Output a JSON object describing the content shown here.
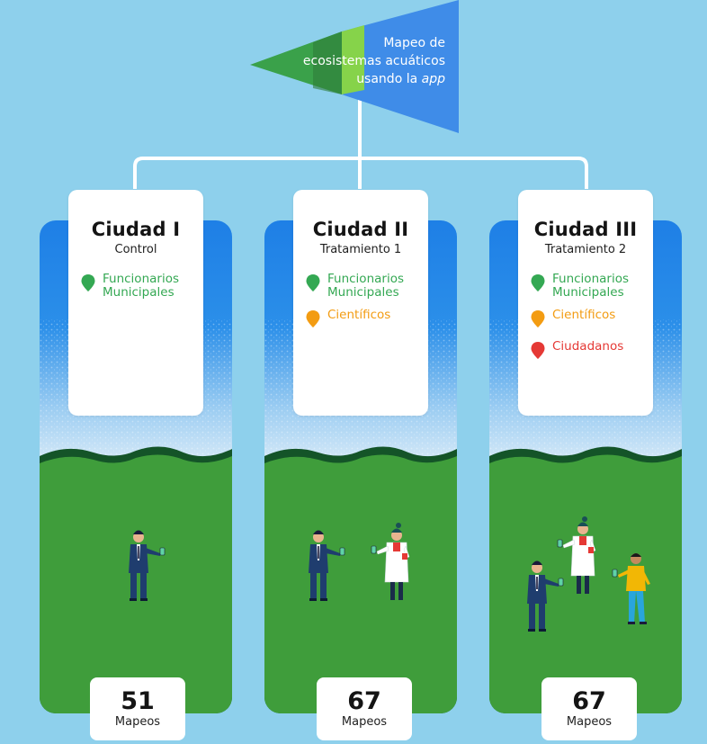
{
  "header": {
    "line1": "Mapeo de",
    "line2": "ecosistemas acuáticos",
    "line3_prefix": "usando la ",
    "line3_italic": "app"
  },
  "colors": {
    "sky": "#8ed0ec",
    "flag_blue": "#3f8ce8",
    "flag_light_green": "#86d34a",
    "flag_green": "#3aa14a",
    "flag_dark_green": "#2e7d3a",
    "panel_blue": "#1d86e6",
    "grass": "#3f9d3b",
    "grass_dark": "#145428",
    "funcionarios": "#34a853",
    "cientificos": "#f39c12",
    "ciudadanos": "#e53935"
  },
  "cities": [
    {
      "title": "Ciudad I",
      "subtitle": "Control",
      "roles": [
        {
          "label_1": "Funcionarios",
          "label_2": "Municipales",
          "color": "#34a853"
        }
      ],
      "mapeos": "51",
      "mapeos_label": "Mapeos"
    },
    {
      "title": "Ciudad II",
      "subtitle": "Tratamiento 1",
      "roles": [
        {
          "label_1": "Funcionarios",
          "label_2": "Municipales",
          "color": "#34a853"
        },
        {
          "label_1": "Científicos",
          "label_2": "",
          "color": "#f39c12"
        }
      ],
      "mapeos": "67",
      "mapeos_label": "Mapeos"
    },
    {
      "title": "Ciudad III",
      "subtitle": "Tratamiento 2",
      "roles": [
        {
          "label_1": "Funcionarios",
          "label_2": "Municipales",
          "color": "#34a853"
        },
        {
          "label_1": "Científicos",
          "label_2": "",
          "color": "#f39c12"
        },
        {
          "label_1": "Ciudadanos",
          "label_2": "",
          "color": "#e53935"
        }
      ],
      "mapeos": "67",
      "mapeos_label": "Mapeos"
    }
  ]
}
